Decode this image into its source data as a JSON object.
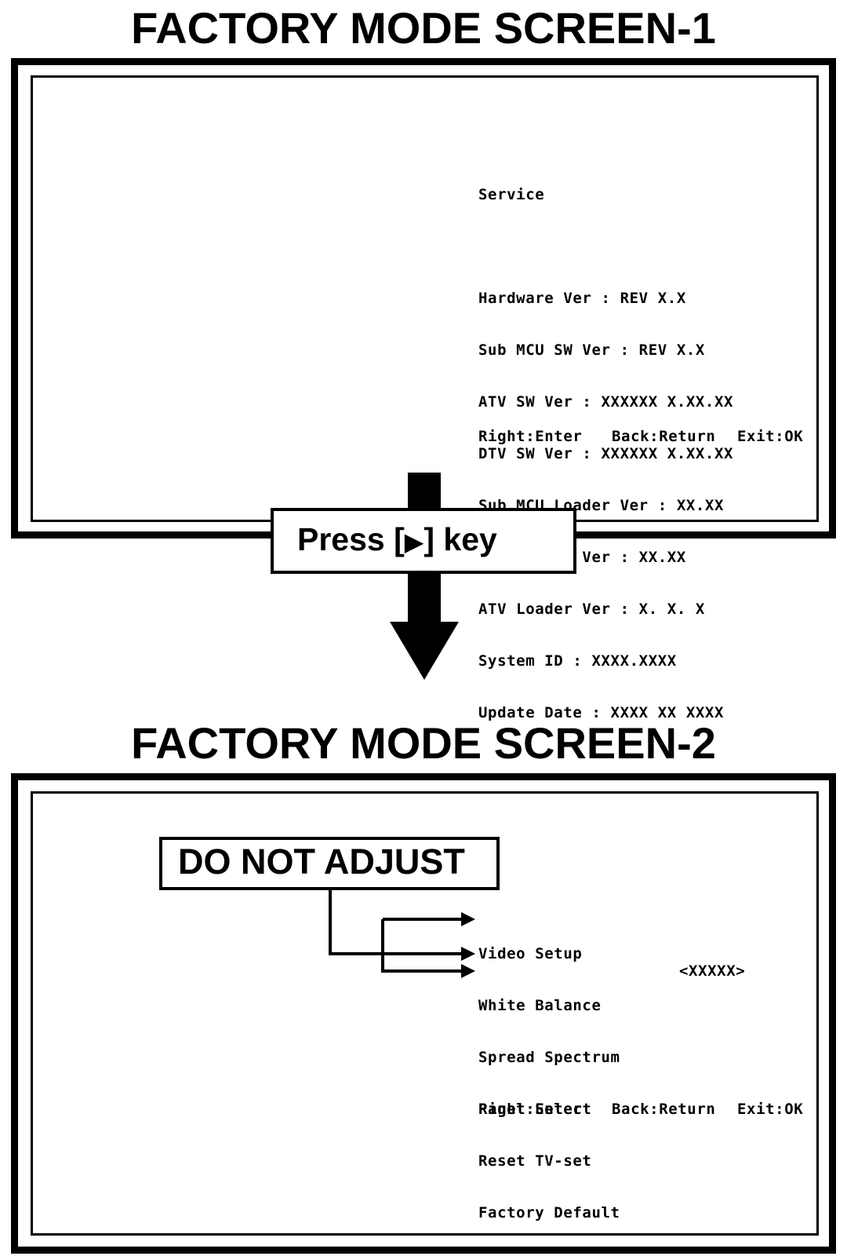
{
  "screen1": {
    "title": "FACTORY MODE SCREEN-1",
    "heading": "Service",
    "info_lines": [
      "Hardware Ver : REV X.X",
      "Sub MCU SW Ver : REV X.X",
      "ATV SW Ver : XXXXXX X.XX.XX",
      "DTV SW Ver : XXXXXX X.XX.XX",
      "Sub MCU Loader Ver : XX.XX",
      "DTV Loader Ver : XX.XX",
      "ATV Loader Ver : X. X. X",
      "System ID : XXXX.XXXX",
      "Update Date : XXXX XX XXXX"
    ],
    "footer": {
      "right": "Right:Enter",
      "back": "Back:Return",
      "exit": "Exit:OK"
    }
  },
  "transition": {
    "press_label": "Press [",
    "key_symbol": "▶",
    "press_suffix": "] key"
  },
  "screen2": {
    "title": "FACTORY MODE SCREEN-2",
    "warning": "DO NOT ADJUST",
    "menu_items": [
      "Video Setup",
      "White Balance",
      "Spread Spectrum",
      "Panel Select",
      "Reset TV-set",
      "Factory Default"
    ],
    "panel_value": "<XXXXX>",
    "footer": {
      "right": "Right:Enter",
      "back": "Back:Return",
      "exit": "Exit:OK"
    }
  }
}
